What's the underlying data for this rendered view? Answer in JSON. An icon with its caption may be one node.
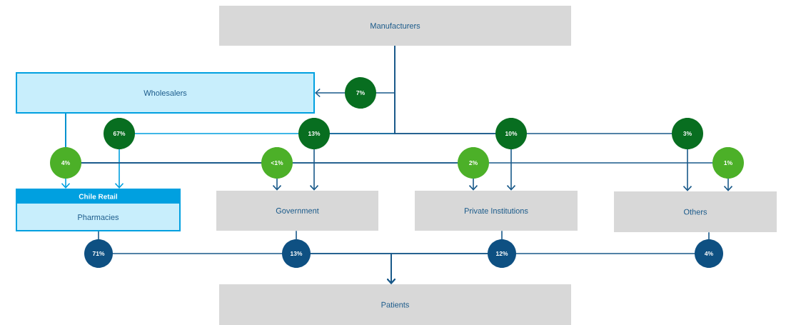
{
  "diagram": {
    "nodes": [
      {
        "text": [
          "Manufacturers"
        ]
      },
      {
        "text": [
          "Wholesalers"
        ]
      },
      {
        "text": [
          "Chile Retail",
          "Pharmacies"
        ]
      },
      {
        "text": [
          "Government"
        ]
      },
      {
        "text": [
          "Private Institutions"
        ]
      },
      {
        "text": [
          "Others"
        ]
      },
      {
        "text": [
          "Patients"
        ]
      }
    ],
    "edges": [
      {
        "from": 0,
        "to": 1,
        "arrow": "to",
        "label": "7%"
      },
      {
        "from": 0,
        "to": 2,
        "arrow": "to",
        "label": "67%",
        "color": "#00a0e0"
      },
      {
        "from": 0,
        "to": 3,
        "arrow": "to",
        "label": "13%"
      },
      {
        "from": 0,
        "to": 4,
        "arrow": "to",
        "label": "10%"
      },
      {
        "from": 0,
        "to": 5,
        "arrow": "to",
        "label": "3%"
      },
      {
        "from": 1,
        "to": 2,
        "arrow": "to",
        "label": "4%",
        "color": "#00a0e0"
      },
      {
        "from": 1,
        "to": 3,
        "arrow": "to",
        "label": "<1%"
      },
      {
        "from": 1,
        "to": 4,
        "arrow": "to",
        "label": "2%"
      },
      {
        "from": 1,
        "to": 5,
        "arrow": "to",
        "label": "1%"
      },
      {
        "from": 2,
        "to": 6,
        "arrow": "to",
        "label": "71%"
      },
      {
        "from": 3,
        "to": 6,
        "arrow": "to",
        "label": "13%"
      },
      {
        "from": 4,
        "to": 6,
        "arrow": "to",
        "label": "12%"
      },
      {
        "from": 5,
        "to": 6,
        "arrow": "to",
        "label": "4%"
      }
    ]
  }
}
